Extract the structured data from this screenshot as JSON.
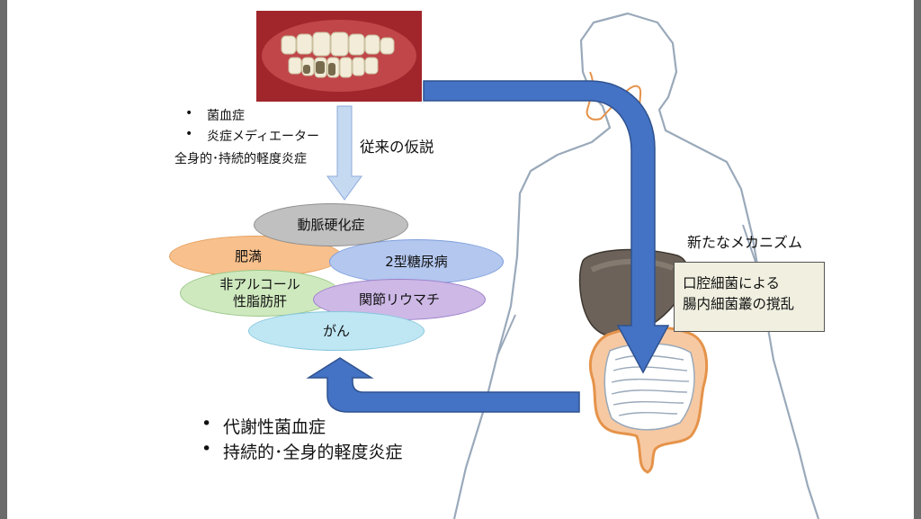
{
  "top_bullets": [
    "菌血症",
    "炎症メディエーター"
  ],
  "systemic_label": "全身的･持続的軽度炎症",
  "conventional_label": "従来の仮説",
  "diseases": {
    "atherosclerosis": "動脈硬化症",
    "obesity": "肥満",
    "diabetes": "2型糖尿病",
    "nafld_line1": "非アルコール",
    "nafld_line2": "性脂肪肝",
    "ra": "関節リウマチ",
    "cancer": "がん"
  },
  "new_mechanism_label": "新たなメカニズム",
  "box": {
    "line1": "口腔細菌による",
    "line2": "腸内細菌叢の撹乱"
  },
  "bottom_bullets": [
    "代謝性菌血症",
    "持続的･全身的軽度炎症"
  ],
  "colors": {
    "arrow_blue": "#4472c4",
    "pale_arrow": "#c5d9f1",
    "atherosclerosis": "#c0c0c0",
    "obesity": "#f8c08c",
    "diabetes": "#b3c7ef",
    "nafld": "#cfe9bf",
    "ra": "#cdb8e6",
    "cancer": "#bfe6f3",
    "box_fill": "#f0efe0"
  }
}
